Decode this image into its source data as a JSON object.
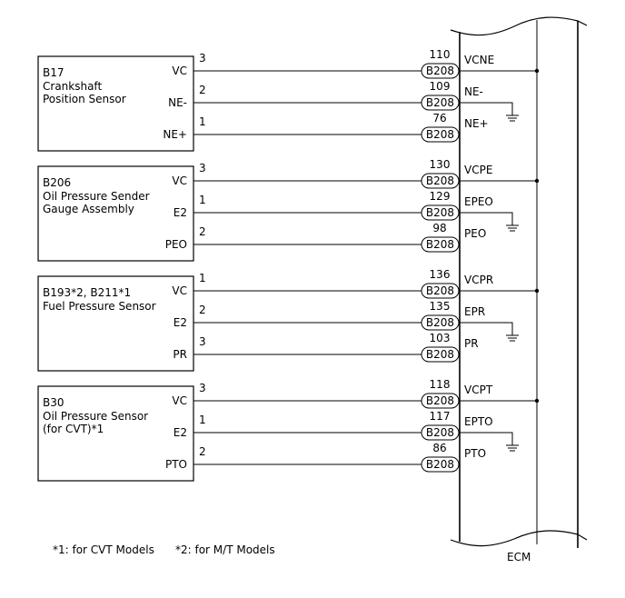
{
  "sensors": [
    {
      "code": "B17",
      "name_lines": [
        "Crankshaft",
        "Position Sensor"
      ],
      "wires": [
        {
          "terminal": "VC",
          "pin": "3",
          "connector": "B208",
          "ecm_pin": "110",
          "ecm_signal": "VCNE",
          "end": "bus"
        },
        {
          "terminal": "NE-",
          "pin": "2",
          "connector": "B208",
          "ecm_pin": "109",
          "ecm_signal": "NE-",
          "end": "ground"
        },
        {
          "terminal": "NE+",
          "pin": "1",
          "connector": "B208",
          "ecm_pin": "76",
          "ecm_signal": "NE+",
          "end": "none"
        }
      ]
    },
    {
      "code": "B206",
      "name_lines": [
        "Oil Pressure Sender",
        "Gauge Assembly"
      ],
      "wires": [
        {
          "terminal": "VC",
          "pin": "3",
          "connector": "B208",
          "ecm_pin": "130",
          "ecm_signal": "VCPE",
          "end": "bus"
        },
        {
          "terminal": "E2",
          "pin": "1",
          "connector": "B208",
          "ecm_pin": "129",
          "ecm_signal": "EPEO",
          "end": "ground"
        },
        {
          "terminal": "PEO",
          "pin": "2",
          "connector": "B208",
          "ecm_pin": "98",
          "ecm_signal": "PEO",
          "end": "none"
        }
      ]
    },
    {
      "code": "B193*2, B211*1",
      "name_lines": [
        "Fuel Pressure Sensor"
      ],
      "wires": [
        {
          "terminal": "VC",
          "pin": "1",
          "connector": "B208",
          "ecm_pin": "136",
          "ecm_signal": "VCPR",
          "end": "bus"
        },
        {
          "terminal": "E2",
          "pin": "2",
          "connector": "B208",
          "ecm_pin": "135",
          "ecm_signal": "EPR",
          "end": "ground"
        },
        {
          "terminal": "PR",
          "pin": "3",
          "connector": "B208",
          "ecm_pin": "103",
          "ecm_signal": "PR",
          "end": "none"
        }
      ]
    },
    {
      "code": "B30",
      "name_lines": [
        "Oil Pressure Sensor",
        "(for CVT)*1"
      ],
      "wires": [
        {
          "terminal": "VC",
          "pin": "3",
          "connector": "B208",
          "ecm_pin": "118",
          "ecm_signal": "VCPT",
          "end": "bus"
        },
        {
          "terminal": "E2",
          "pin": "1",
          "connector": "B208",
          "ecm_pin": "117",
          "ecm_signal": "EPTO",
          "end": "ground"
        },
        {
          "terminal": "PTO",
          "pin": "2",
          "connector": "B208",
          "ecm_pin": "86",
          "ecm_signal": "PTO",
          "end": "none"
        }
      ]
    }
  ],
  "ecm_label": "ECM",
  "footnotes": {
    "note1": "*1: for CVT Models",
    "note2": "*2: for M/T Models"
  }
}
